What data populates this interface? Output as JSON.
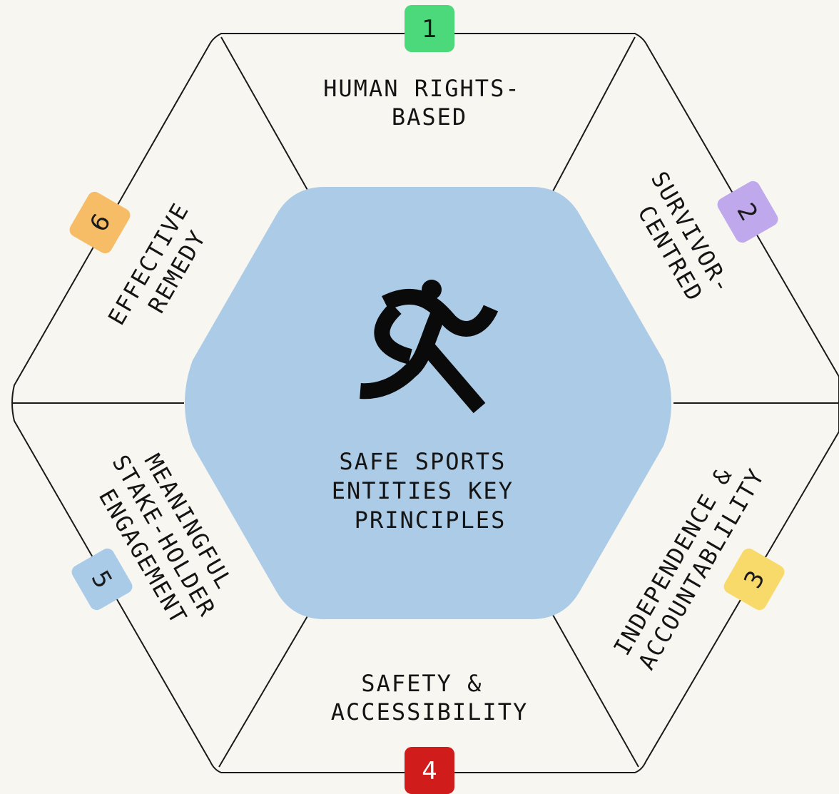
{
  "title": [
    "SAFE SPORTS",
    "ENTITIES KEY",
    "PRINCIPLES"
  ],
  "center_icon": "running-person-icon",
  "colors": {
    "background": "#f7f6f1",
    "center_hexagon": "#abcbe7",
    "outline": "#1a1a1a"
  },
  "principles": [
    {
      "number": "1",
      "label": [
        "HUMAN RIGHTS-",
        "BASED"
      ],
      "badge_color": "#4cd97b",
      "number_color": "#1a1a1a"
    },
    {
      "number": "2",
      "label": [
        "SURVIVOR-",
        "CENTRED"
      ],
      "badge_color": "#c0a8ec",
      "number_color": "#1a1a1a"
    },
    {
      "number": "3",
      "label": [
        "INDEPENDENCE &",
        "ACCOUNTABLILITY"
      ],
      "badge_color": "#f8da6b",
      "number_color": "#1a1a1a"
    },
    {
      "number": "4",
      "label": [
        "SAFETY &",
        "ACCESSIBILITY"
      ],
      "badge_color": "#d11c1c",
      "number_color": "#ffffff"
    },
    {
      "number": "5",
      "label": [
        "MEANINGFUL",
        "STAKE-HOLDER",
        "ENGAGEMENT"
      ],
      "badge_color": "#a9cbe8",
      "number_color": "#1a1a1a"
    },
    {
      "number": "6",
      "label": [
        "EFFECTIVE",
        "REMEDY"
      ],
      "badge_color": "#f6bd66",
      "number_color": "#1a1a1a"
    }
  ]
}
